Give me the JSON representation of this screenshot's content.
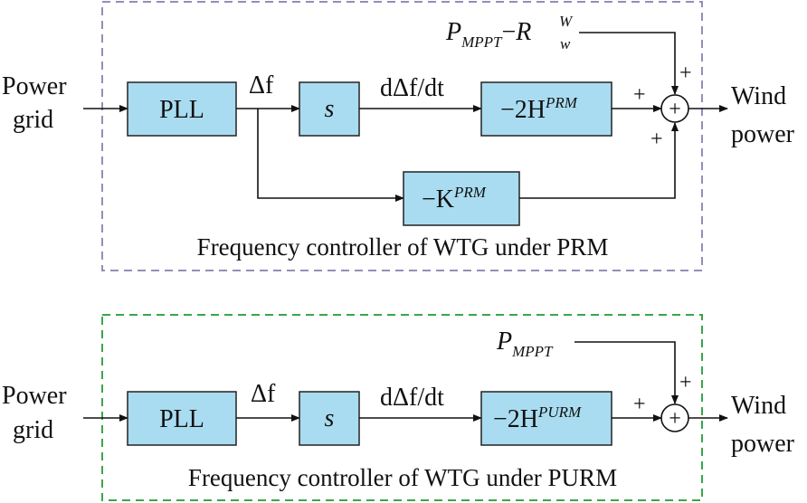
{
  "colors": {
    "block_fill": "#a9dcf0",
    "prm_border": "#9090b8",
    "purm_border": "#3aa64a",
    "line": "#111111"
  },
  "top": {
    "input_label_line1": "Power",
    "input_label_line2": "grid",
    "pll": "PLL",
    "delta_f": "Δf",
    "s_block": "s",
    "derivative_label": "dΔf/dt",
    "h_block_prefix": "−2H",
    "h_block_sup": "PRM",
    "k_block_prefix": "−K",
    "k_block_sup": "PRM",
    "ref_P": "P",
    "ref_P_sub": "MPPT",
    "ref_minus": "−",
    "ref_R": "R",
    "ref_R_sup": "W",
    "ref_R_sub": "w",
    "plus_top": "+",
    "plus_left": "+",
    "plus_bottom": "+",
    "sum_symbol": "+",
    "output_line1": "Wind",
    "output_line2": "power",
    "caption": "Frequency controller of WTG under PRM"
  },
  "bottom": {
    "input_label_line1": "Power",
    "input_label_line2": "grid",
    "pll": "PLL",
    "delta_f": "Δf",
    "s_block": "s",
    "derivative_label": "dΔf/dt",
    "h_block_prefix": "−2H",
    "h_block_sup": "PURM",
    "ref_P": "P",
    "ref_P_sub": "MPPT",
    "plus_top": "+",
    "plus_left": "+",
    "sum_symbol": "+",
    "output_line1": "Wind",
    "output_line2": "power",
    "caption": "Frequency controller of WTG under PURM"
  }
}
